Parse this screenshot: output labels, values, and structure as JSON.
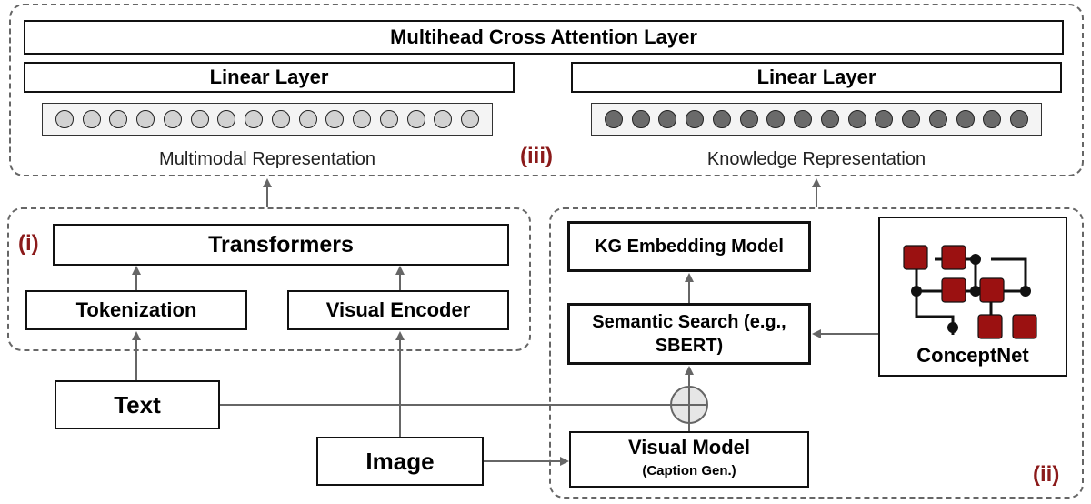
{
  "diagram": {
    "cross_attention": "Multihead Cross Attention Layer",
    "linear_left": "Linear Layer",
    "linear_right": "Linear Layer",
    "multimodal_label": "Multimodal Representation",
    "knowledge_label": "Knowledge Representation",
    "marker_iii": "(iii)",
    "marker_i": "(i)",
    "marker_ii": "(ii)",
    "transformers": "Transformers",
    "tokenization": "Tokenization",
    "visual_encoder": "Visual Encoder",
    "text": "Text",
    "image": "Image",
    "kg_embedding": "KG Embedding Model",
    "semantic_search_line1": "Semantic Search (e.g.,",
    "semantic_search_line2": "SBERT)",
    "visual_model": "Visual Model",
    "visual_model_sub": "(Caption Gen.)",
    "conceptnet": "ConceptNet",
    "vector_nodes": 16,
    "colors": {
      "marker": "#8b1a1a",
      "node_light": "#d2d2d2",
      "node_dark": "#6a6a6a",
      "conceptnet_square": "#9b1111",
      "dash": "#666666"
    }
  }
}
